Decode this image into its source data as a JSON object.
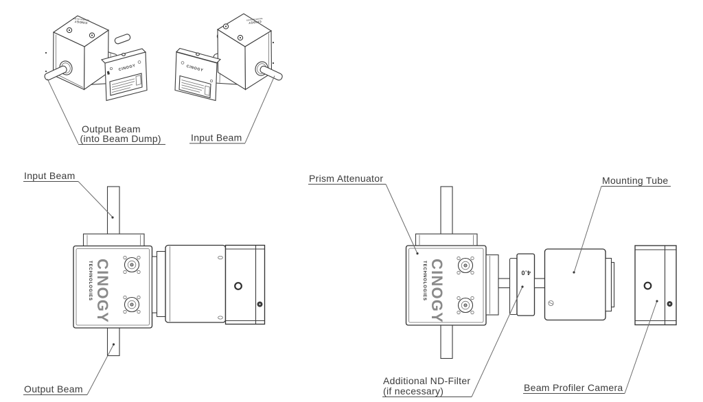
{
  "colors": {
    "background": "#ffffff",
    "drawing_line": "#3a3a3a",
    "leader_line": "#6c6c6c",
    "label_text": "#3a3a3a",
    "brand_gray": "#8a8a8a"
  },
  "brand": {
    "name": "CINOGY",
    "subtitle": "TECHNOLOGIES"
  },
  "iso_figure": {
    "labels": {
      "output_beam_line1": "Output Beam",
      "output_beam_line2": "(into Beam Dump)",
      "input_beam": "Input Beam"
    }
  },
  "side_view_figure": {
    "labels": {
      "input_beam": "Input Beam",
      "output_beam": "Output Beam"
    }
  },
  "exploded_figure": {
    "labels": {
      "prism_attenuator": "Prism Attenuator",
      "mounting_tube": "Mounting Tube",
      "nd_filter_line1": "Additional ND-Filter",
      "nd_filter_line2": "(if necessary)",
      "beam_profiler_camera": "Beam Profiler Camera"
    },
    "nd_filter_value": "4.0"
  }
}
